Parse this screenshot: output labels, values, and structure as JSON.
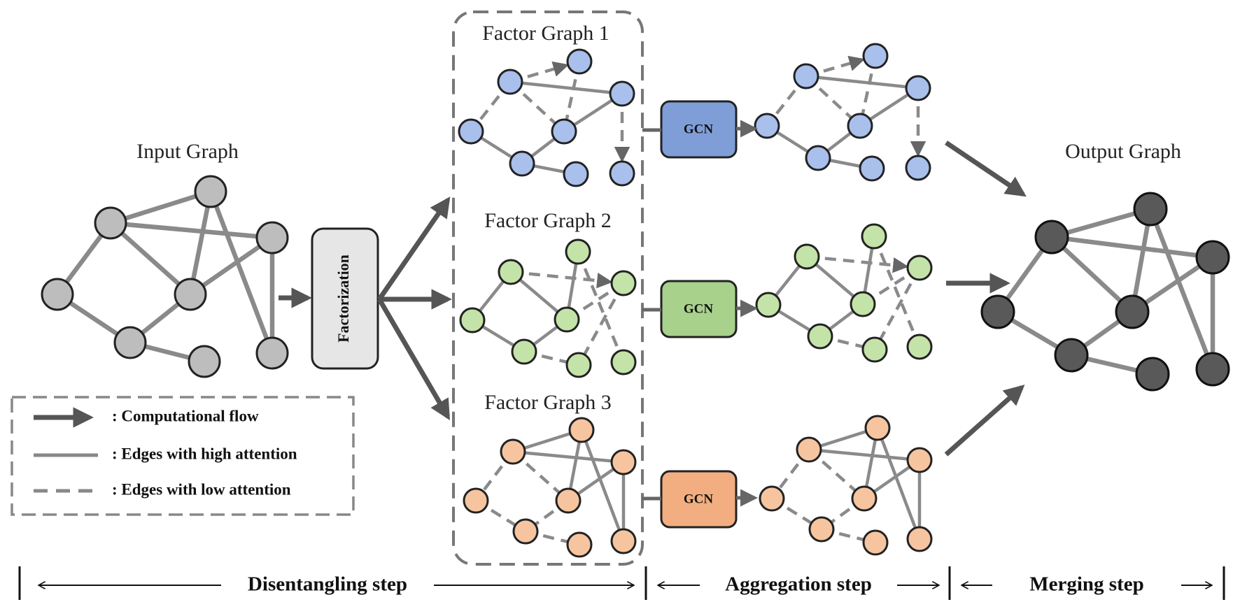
{
  "titles": {
    "input_graph": "Input Graph",
    "output_graph": "Output Graph",
    "factor_graphs": [
      "Factor Graph 1",
      "Factor Graph 2",
      "Factor Graph 3"
    ]
  },
  "factorization_label": "Factorization",
  "gcn_label": "GCN",
  "legend": {
    "computational_flow": ": Computational flow",
    "high_attention": ": Edges with high attention",
    "low_attention": ": Edges with low attention"
  },
  "steps": {
    "disentangling": "Disentangling step",
    "aggregation": "Aggregation step",
    "merging": "Merging step"
  },
  "colors": {
    "input_node": "#bdbdbd",
    "output_node": "#595959",
    "factor_1_node": "#a9bfec",
    "factor_2_node": "#c4e3a8",
    "factor_3_node": "#f6c5a0",
    "gcn_1": "#7f9ed8",
    "gcn_2": "#a8d18c",
    "gcn_3": "#f2ae80",
    "factorization_box": "#e6e6e6",
    "edge": "#8a8a8a",
    "arrow": "#555555"
  }
}
